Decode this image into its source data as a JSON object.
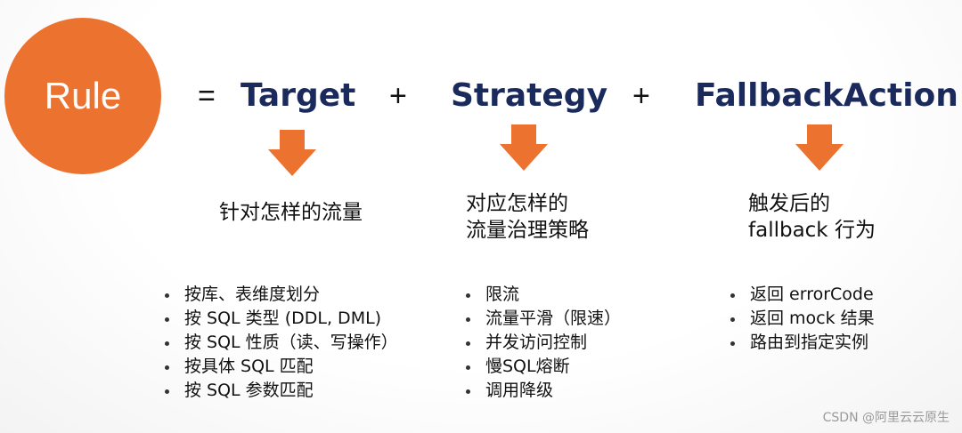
{
  "colors": {
    "accent": "#ec7230",
    "heading": "#1b2a5c",
    "text": "#111111"
  },
  "equation": {
    "rule": "Rule",
    "equals": "=",
    "plus": "+",
    "target": "Target",
    "strategy": "Strategy",
    "fallback_action": "FallbackAction"
  },
  "target": {
    "description": [
      "针对怎样的流量"
    ],
    "items": [
      "按库、表维度划分",
      "按 SQL 类型 (DDL, DML)",
      "按 SQL 性质（读、写操作）",
      "按具体 SQL 匹配",
      "按 SQL 参数匹配"
    ]
  },
  "strategy": {
    "description": [
      "对应怎样的",
      "流量治理策略"
    ],
    "items": [
      "限流",
      "流量平滑（限速）",
      "并发访问控制",
      "慢SQL熔断",
      "调用降级"
    ]
  },
  "fallback": {
    "description": [
      "触发后的",
      "fallback 行为"
    ],
    "items": [
      "返回 errorCode",
      "返回 mock 结果",
      "路由到指定实例"
    ]
  },
  "watermark": "CSDN @阿里云云原生"
}
